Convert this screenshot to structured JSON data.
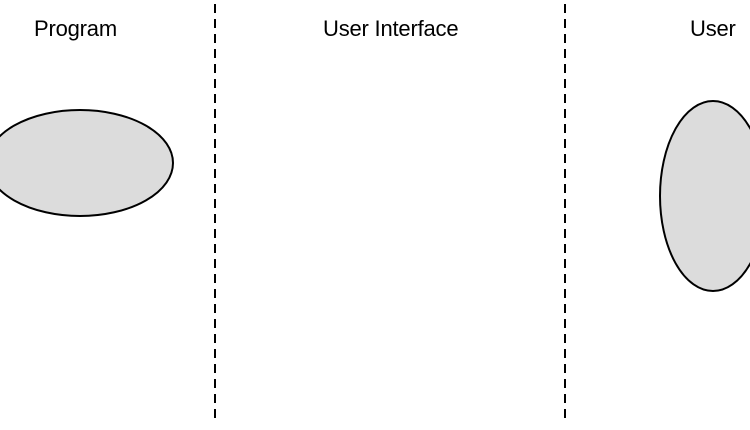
{
  "diagram": {
    "columns": [
      {
        "id": "program",
        "label": "Program"
      },
      {
        "id": "user_interface",
        "label": "User Interface"
      },
      {
        "id": "user",
        "label": "User"
      }
    ],
    "shapes": [
      {
        "name": "program-ellipse",
        "kind": "ellipse",
        "column": "program"
      },
      {
        "name": "user-ellipse",
        "kind": "ellipse",
        "column": "user"
      }
    ],
    "dividers": [
      {
        "name": "divider-program-ui",
        "style": "dashed"
      },
      {
        "name": "divider-ui-user",
        "style": "dashed"
      }
    ],
    "colors": {
      "background": "#ffffff",
      "shape_fill": "#dcdcdc",
      "stroke": "#000000"
    }
  }
}
